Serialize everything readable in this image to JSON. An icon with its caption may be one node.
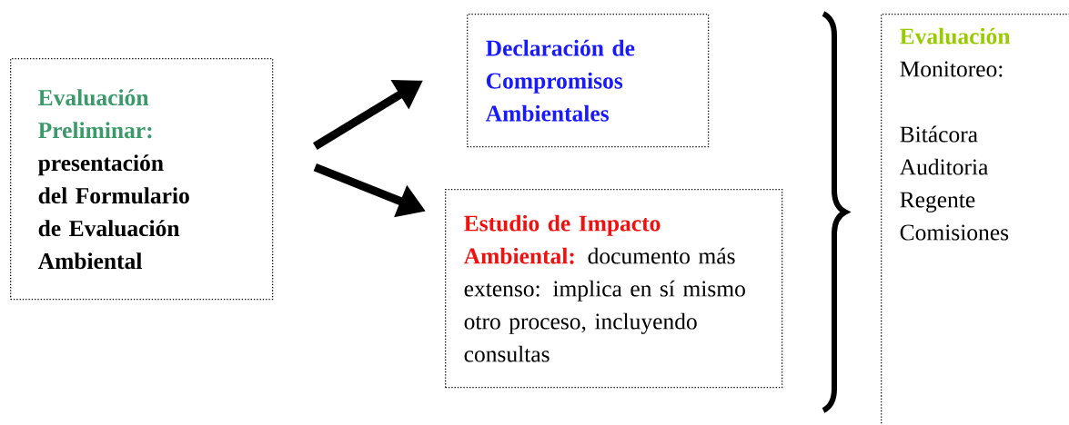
{
  "diagram": {
    "nodes": [
      {
        "text": [
          "Evaluación Preliminar:",
          "presentación del Formulario de Evaluación Ambiental"
        ]
      },
      {
        "text": [
          "Declaración de Compromisos Ambientales"
        ]
      },
      {
        "text": [
          "Estudio de Impacto Ambiental:",
          "documento más extenso: implica en sí mismo otro proceso, incluyendo consultas"
        ]
      },
      {
        "text": [
          "Evaluación",
          "Monitoreo:",
          "Bitácora",
          "Auditoria",
          "Regente",
          "Comisiones"
        ]
      }
    ],
    "edges": [
      {
        "from": 0,
        "to": 1,
        "arrow": "to"
      },
      {
        "from": 0,
        "to": 2,
        "arrow": "to"
      }
    ]
  }
}
